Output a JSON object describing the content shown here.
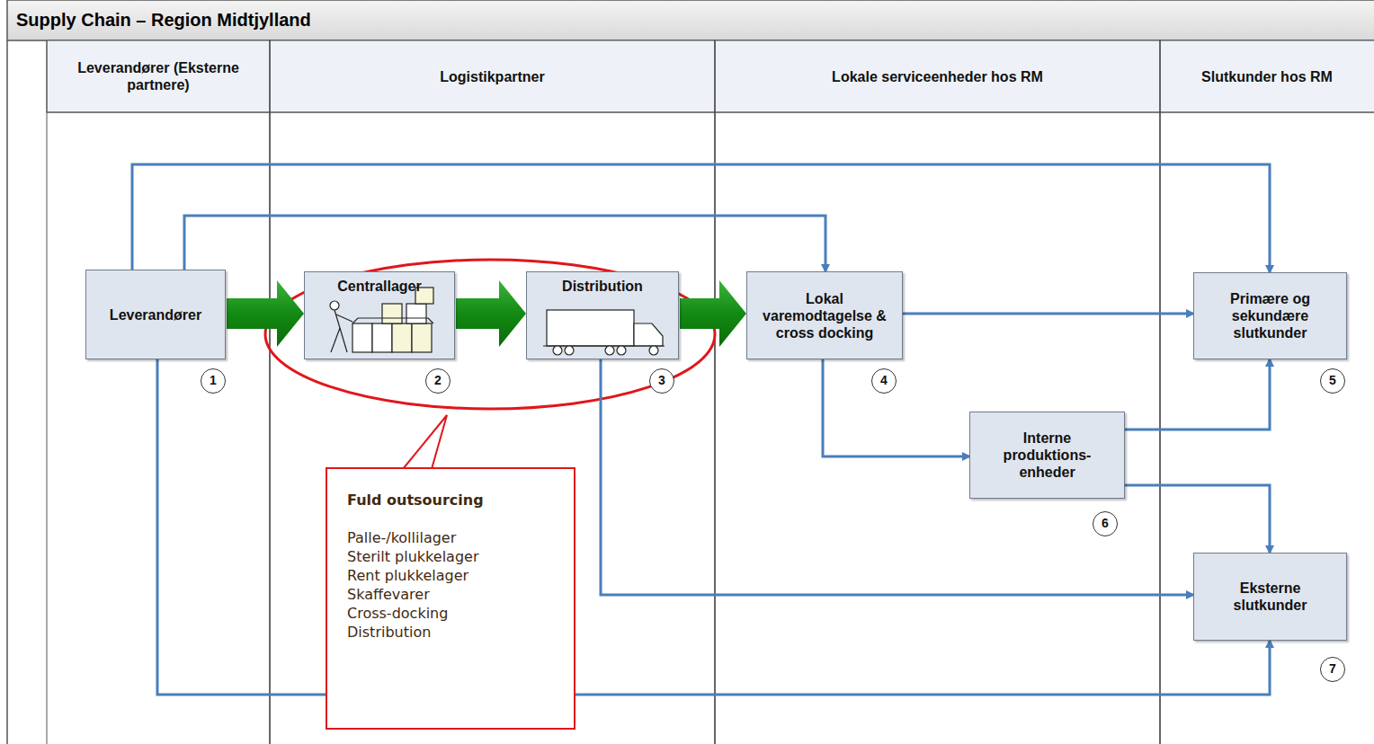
{
  "diagram": {
    "title": "Supply Chain – Region Midtjylland",
    "nodes": [
      {
        "text": [
          "Leverandører"
        ]
      },
      {
        "text": [
          "Centrallager"
        ]
      },
      {
        "text": [
          "Distribution"
        ]
      },
      {
        "text": [
          "Lokal varemodtagelse & cross docking"
        ]
      },
      {
        "text": [
          "Primære og sekundære slutkunder"
        ]
      },
      {
        "text": [
          "Interne produktions- enheder"
        ]
      },
      {
        "text": [
          "Eksterne slutkunder"
        ]
      },
      {
        "text": [
          "Fuld outsourcing",
          "Palle-/kollilager",
          "Sterilt plukkelager",
          "Rent plukkelager",
          "Skaffevarer",
          "Cross-docking",
          "Distribution"
        ]
      }
    ],
    "edges": [
      {
        "from": 0,
        "to": 1,
        "arrow": "to"
      },
      {
        "from": 1,
        "to": 2,
        "arrow": "to"
      },
      {
        "from": 2,
        "to": 3,
        "arrow": "to"
      },
      {
        "from": 0,
        "to": 4,
        "arrow": "to"
      },
      {
        "from": 0,
        "to": 3,
        "arrow": "to"
      },
      {
        "from": 0,
        "to": 6,
        "arrow": "to"
      },
      {
        "from": 2,
        "to": 6,
        "arrow": "to"
      },
      {
        "from": 3,
        "to": 4,
        "arrow": "to"
      },
      {
        "from": 3,
        "to": 5,
        "arrow": "to"
      },
      {
        "from": 5,
        "to": 4,
        "arrow": "to"
      },
      {
        "from": 5,
        "to": 6,
        "arrow": "to"
      }
    ],
    "labels": [
      "Leverandører (Eksterne partnere)",
      "Logistikpartner",
      "Lokale serviceenheder hos RM",
      "Slutkunder hos RM",
      "1",
      "2",
      "3",
      "4",
      "5",
      "6",
      "7"
    ]
  }
}
